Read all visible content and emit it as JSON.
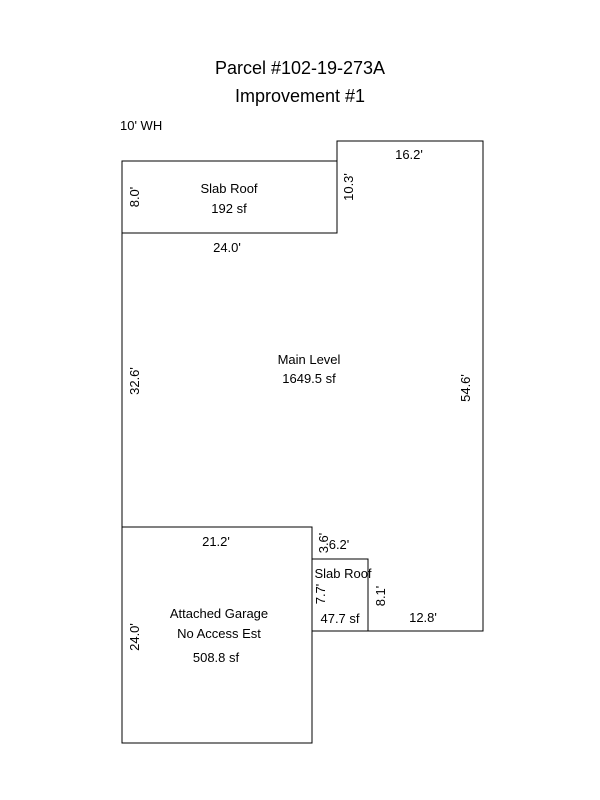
{
  "header": {
    "title": "Parcel #102-19-273A",
    "subtitle": "Improvement #1",
    "wall_height": "10' WH"
  },
  "areas": {
    "slab_roof_top": {
      "name": "Slab Roof",
      "area": "192 sf"
    },
    "main_level": {
      "name": "Main Level",
      "area": "1649.5 sf"
    },
    "garage": {
      "name_line1": "Attached Garage",
      "name_line2": "No Access Est",
      "area": "508.8 sf"
    },
    "slab_roof_small": {
      "name": "Slab Roof",
      "area": "47.7 sf"
    }
  },
  "dimensions": {
    "top_right_width": "16.2'",
    "slab_top_height": "8.0'",
    "slab_top_right": "10.3'",
    "slab_top_width": "24.0'",
    "main_left_height": "32.6'",
    "main_right_height": "54.6'",
    "garage_width": "21.2'",
    "garage_height": "24.0'",
    "small_top_height": "3.6'",
    "small_top_width": "6.2'",
    "small_left_height": "7.7'",
    "small_right_height": "8.1'",
    "bottom_right_width": "12.8'"
  }
}
